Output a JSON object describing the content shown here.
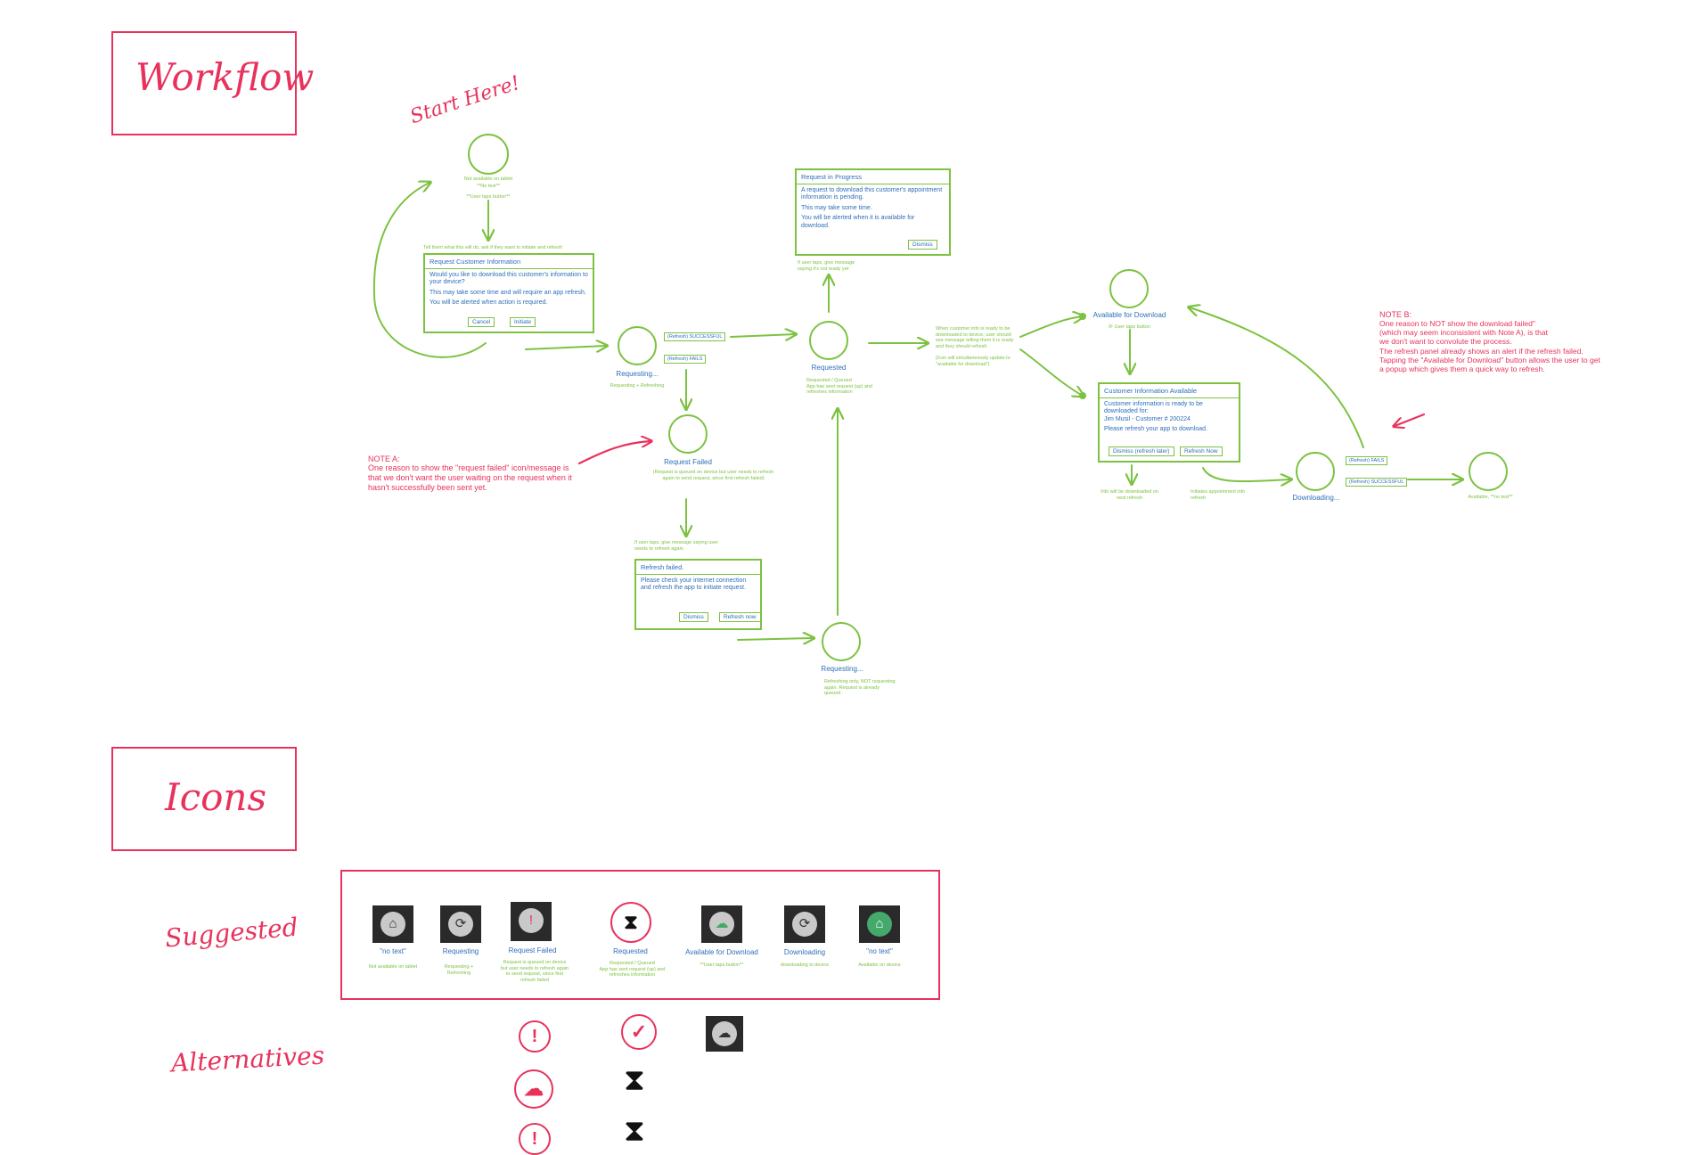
{
  "colors": {
    "pink": "#e8325c",
    "green": "#7cc241",
    "blue": "#2e6fb8",
    "icon_bg": "#2a2a2a",
    "icon_fill": "#c9c9c9",
    "icon_green": "#44a96b"
  },
  "sections": {
    "workflow": "Workflow",
    "icons": "Icons",
    "suggested": "Suggested",
    "alternatives": "Alternatives"
  },
  "start_annotation": "Start Here!",
  "start": {
    "line1": "Not available on tablet",
    "line2": "**No text**",
    "tap": "**User taps button**"
  },
  "tell_them": "Tell them what this will do, ask if they want to initiate and refresh",
  "dialog_request": {
    "title": "Request Customer Information",
    "body1": "Would you like to download this customer's information to your device?",
    "body2": "This may take some time and will require an app refresh.",
    "body3": "You will be alerted when action is required.",
    "cancel": "Cancel",
    "initiate": "Initiate"
  },
  "requesting1": {
    "label": "Requesting...",
    "sub": "Requesting + Refreshing"
  },
  "chip_success1": "(Refresh) SUCCESSFUL",
  "chip_fails1": "(Refresh) FAILS",
  "request_failed": {
    "label": "Request Failed",
    "sub": "(Request is queued on device but user needs to refresh again to send request, since first refresh failed)"
  },
  "note_a": {
    "title": "NOTE A:",
    "body": "One reason to show the \"request failed\" icon/message is that we don't want the user waiting on the request when it hasn't successfully been sent yet."
  },
  "if_taps_failed": "If user taps, give message saying user needs to refresh again",
  "dialog_refresh_failed": {
    "title": "Refresh failed.",
    "body": "Please check your internet connection and refresh the app to initiate request.",
    "dismiss": "Dismiss",
    "refresh_now": "Refresh now"
  },
  "requesting2": {
    "label": "Requesting...",
    "sub": "Refreshing only, NOT requesting again. Request is already queued."
  },
  "dialog_in_progress": {
    "title": "Request in Progress",
    "body1": "A request to download this customer's appointment information is pending.",
    "body2": "This may take some time.",
    "body3": "You will be alerted when it is available for download.",
    "dismiss": "Dismiss"
  },
  "if_taps_requested": "If user taps, give message saying it's not ready yet",
  "requested": {
    "label": "Requested",
    "sub": "Requested / Queued\nApp has sent request (up) and refreshes information"
  },
  "when_ready": "When customer info is ready to be downloaded to device, user should see message telling them it is ready and they should refresh\n\n(Icon will simultaneously update to \"available for download\")",
  "available": {
    "label": "Available for Download",
    "sub": "IF User taps button"
  },
  "dialog_available": {
    "title": "Customer Information Available",
    "body1": "Customer information is ready to be downloaded for:\nJim Musil - Customer # 200224",
    "body2": "Please refresh your app to download.",
    "dismiss_later": "Dismiss (refresh later)",
    "refresh_now": "Refresh Now"
  },
  "info_next_refresh": "Info will be downloaded on next refresh",
  "initiates_refresh": "Initiates appointment info refresh",
  "downloading": {
    "label": "Downloading..."
  },
  "chip_fails2": "(Refresh) FAILS",
  "chip_success2": "(Refresh) SUCCESSFUL",
  "available_end": "Available, **no text**",
  "note_b": {
    "title": "NOTE B:",
    "body": "One reason to NOT show the download failed\"\n(which may seem inconsistent with Note A), is that\nwe don't want to convolute the process.\nThe refresh panel already shows an alert if the refresh failed.\nTapping the \"Available for Download\" button allows the user to get\na popup which gives them a quick way to refresh."
  },
  "icons_suggested": [
    {
      "title": "\"no text\"",
      "sub": "Not available on tablet",
      "icon": "house-icon"
    },
    {
      "title": "Requesting",
      "sub": "Requesting + Refreshing",
      "icon": "refresh-icon"
    },
    {
      "title": "Request Failed",
      "sub": "Request is queued on device but user needs to refresh again to send request, since first refresh failed",
      "icon": "refresh-alert-icon"
    },
    {
      "title": "Requested",
      "sub": "Requested / Queued\nApp has sent request (up) and refreshes information",
      "icon": "hourglass-icon"
    },
    {
      "title": "Available for Download",
      "sub": "**User taps button**",
      "icon": "cloud-download-icon"
    },
    {
      "title": "Downloading",
      "sub": "downloading to device",
      "icon": "refresh-icon"
    },
    {
      "title": "\"no text\"",
      "sub": "Available on device",
      "icon": "house-icon"
    }
  ],
  "glyphs": {
    "house": "⌂",
    "refresh": "⟳",
    "alert": "!",
    "cloud": "☁",
    "check": "✓",
    "hourglass": "⧗"
  }
}
